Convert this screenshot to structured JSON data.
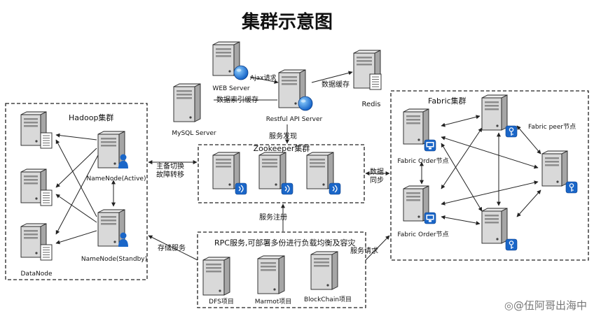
{
  "title": "集群示意图",
  "groups": {
    "hadoop": "Hadoop集群",
    "zookeeper": "Zookeeper集群",
    "rpc": "RPC服务,可部署多份进行负载均衡及容灾",
    "fabric": "Fabric集群"
  },
  "nodes": {
    "web_server": "WEB Server",
    "mysql_server": "MySQL Server",
    "restful_server": "Restful API Server",
    "redis": "Redis",
    "namenode_active": "NameNode(Active)",
    "namenode_standby": "NameNode(Standby)",
    "datanode": "DataNode",
    "dfs": "DFS项目",
    "marmot": "Marmot项目",
    "blockchain": "BlockChain项目",
    "fabric_order_1": "Fabric Order节点",
    "fabric_order_2": "Fabric Order节点",
    "fabric_peer": "Fabric peer节点"
  },
  "edges": {
    "ajax": "Ajax请求",
    "data_cache": "数据缓存",
    "index_cache": "数据索引缓存",
    "service_discovery": "服务发现",
    "failover_1": "主备切换",
    "failover_2": "故障转移",
    "data_sync_1": "数据",
    "data_sync_2": "同步",
    "service_register": "服务注册",
    "storage_service": "存储服务",
    "service_request": "服务请求"
  },
  "watermark": "◎@伍阿哥出海中",
  "colors": {
    "server_front": "#d9d9d9",
    "server_side": "#a6a6a6",
    "server_top": "#eeeeee",
    "badge_blue": "#1a66c8",
    "globe_blue": "#1f7fe0",
    "stroke": "#222222"
  }
}
